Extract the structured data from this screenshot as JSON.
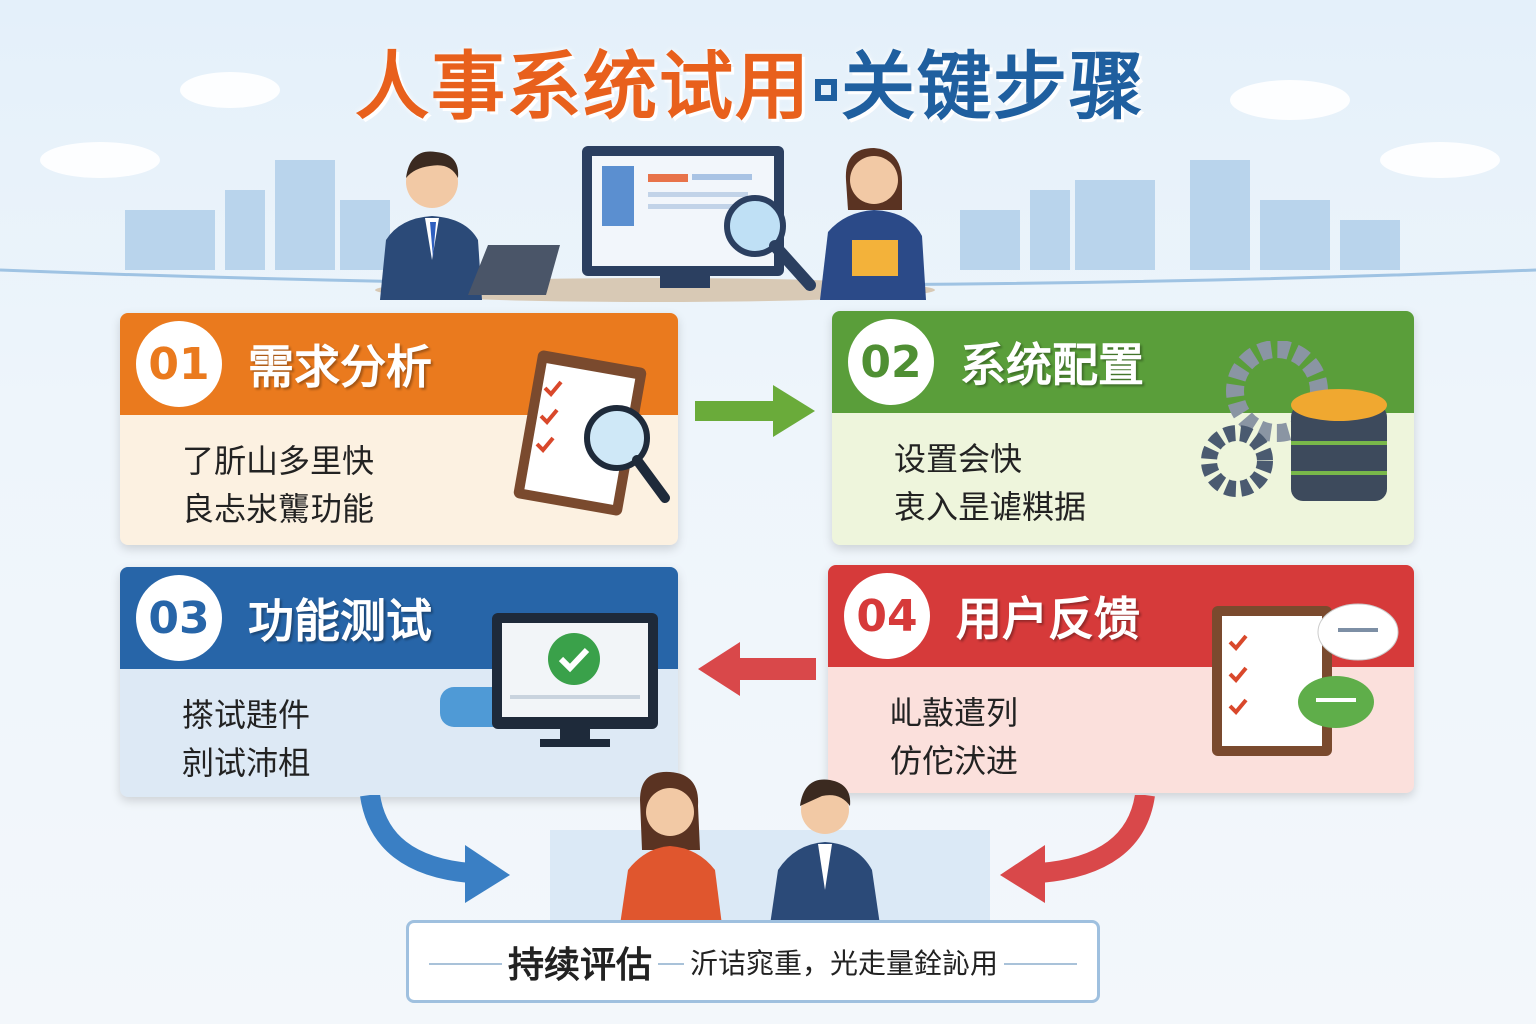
{
  "title": {
    "part1": "人事系统试用",
    "part2": "关键步骤"
  },
  "colors": {
    "orange": "#ea7a1e",
    "green": "#5a9e3a",
    "blue": "#2765a8",
    "red": "#d63a3a"
  },
  "steps": [
    {
      "number": "01",
      "title": "需求分析",
      "lines": [
        "了肵山多里快",
        "良忐汖驡玏能"
      ],
      "icon": "clipboard-magnifier-icon"
    },
    {
      "number": "02",
      "title": "系统配置",
      "lines": [
        "设置会快",
        "衷入昰谑粸据"
      ],
      "icon": "gears-database-icon"
    },
    {
      "number": "03",
      "title": "功能测试",
      "lines": [
        "搽试韪件",
        "剠试沛柤"
      ],
      "icon": "monitor-check-icon"
    },
    {
      "number": "04",
      "title": "用户反馈",
      "lines": [
        "乢敼遣列",
        "仿佗汱进"
      ],
      "icon": "clipboard-chat-icon"
    }
  ],
  "bottom": {
    "title": "持续评估",
    "subtitle": "沂诘窕重，光走量銓訫用"
  }
}
